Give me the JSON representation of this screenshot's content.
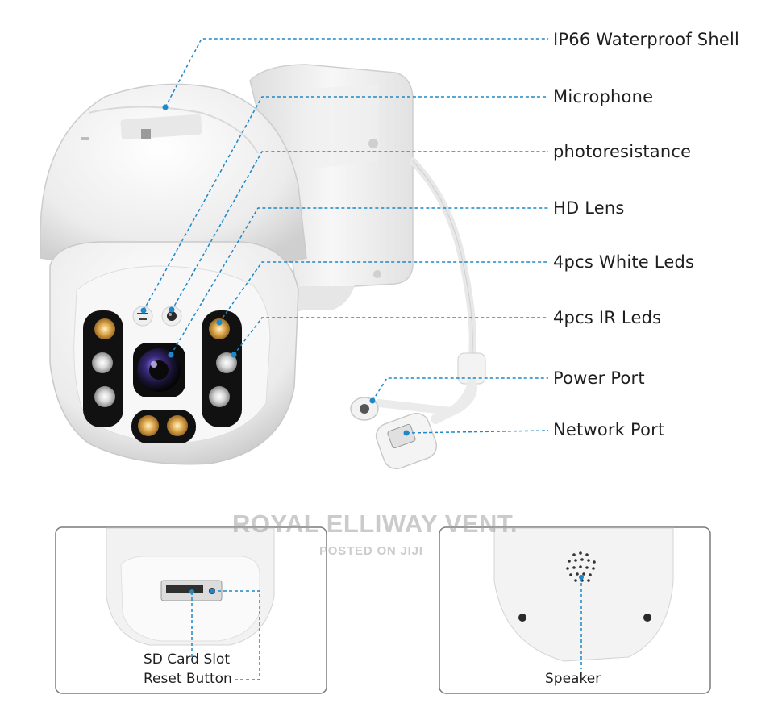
{
  "callouts": [
    {
      "id": "shell",
      "text": "IP66 Waterproof Shell"
    },
    {
      "id": "mic",
      "text": "Microphone"
    },
    {
      "id": "photo",
      "text": "photoresistance"
    },
    {
      "id": "lens",
      "text": "HD Lens"
    },
    {
      "id": "white_leds",
      "text": "4pcs White Leds"
    },
    {
      "id": "ir_leds",
      "text": "4pcs IR Leds"
    },
    {
      "id": "power",
      "text": "Power Port"
    },
    {
      "id": "network",
      "text": "Network Port"
    }
  ],
  "detail_left": {
    "line1": "SD Card Slot",
    "line2": "Reset Button"
  },
  "detail_right": {
    "label": "Speaker"
  },
  "watermark": {
    "title": "ROYAL ELLIWAY VENT.",
    "subtitle": "POSTED ON JIJI"
  },
  "colors": {
    "callout_line": "#1e88c8",
    "text": "#1f1f1f",
    "shell": "#f2f2f2",
    "box_border": "#7a7a7a"
  }
}
